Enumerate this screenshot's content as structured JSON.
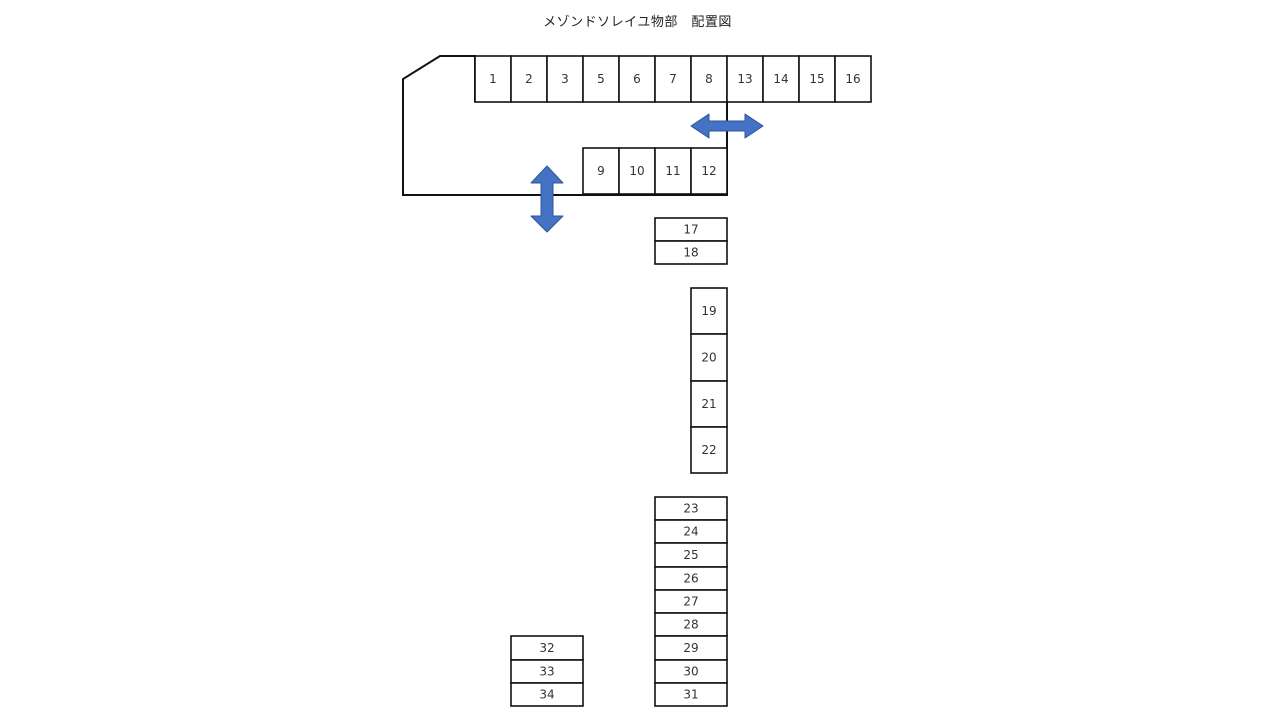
{
  "title": "メゾンドソレイユ物部　配置図",
  "colors": {
    "line": "#111111",
    "arrow_fill": "#4472C4",
    "arrow_stroke": "#2F5597",
    "label": "#333333"
  },
  "spaces": [
    {
      "label": "1"
    },
    {
      "label": "2"
    },
    {
      "label": "3"
    },
    {
      "label": "5"
    },
    {
      "label": "6"
    },
    {
      "label": "7"
    },
    {
      "label": "8"
    },
    {
      "label": "13"
    },
    {
      "label": "14"
    },
    {
      "label": "15"
    },
    {
      "label": "16"
    },
    {
      "label": "9"
    },
    {
      "label": "10"
    },
    {
      "label": "11"
    },
    {
      "label": "12"
    },
    {
      "label": "17"
    },
    {
      "label": "18"
    },
    {
      "label": "19"
    },
    {
      "label": "20"
    },
    {
      "label": "21"
    },
    {
      "label": "22"
    },
    {
      "label": "23"
    },
    {
      "label": "24"
    },
    {
      "label": "25"
    },
    {
      "label": "26"
    },
    {
      "label": "27"
    },
    {
      "label": "28"
    },
    {
      "label": "29"
    },
    {
      "label": "30"
    },
    {
      "label": "31"
    },
    {
      "label": "32"
    },
    {
      "label": "33"
    },
    {
      "label": "34"
    }
  ],
  "arrows": [
    {
      "direction": "horizontal"
    },
    {
      "direction": "vertical"
    }
  ]
}
